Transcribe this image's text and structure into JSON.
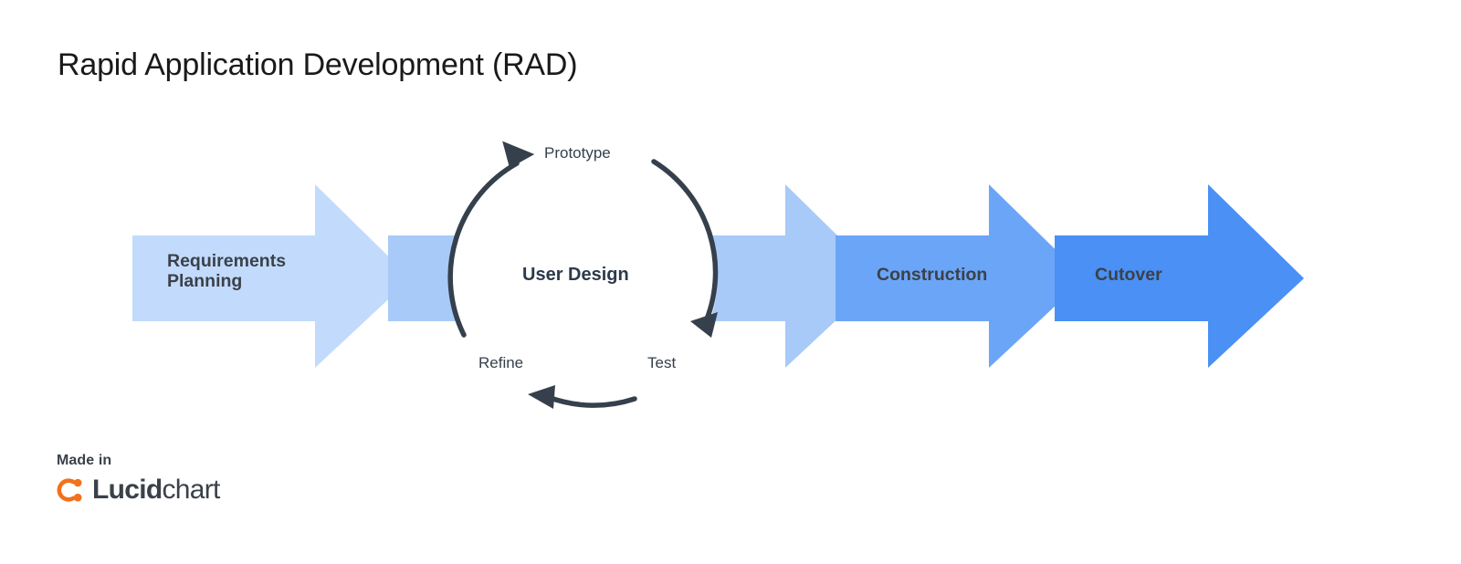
{
  "title": "Rapid Application Development (RAD)",
  "theme": {
    "background": "#ffffff",
    "title_color": "#1a1a1a",
    "stage_text_color": "#3b4149",
    "cycle_text_color": "#36404d",
    "cycle_center_text_color": "#2c3a4b",
    "arc_stroke_color": "#36404d",
    "lucid_orange": "#f2711c",
    "lucid_dark": "#3b4149"
  },
  "diagram": {
    "type": "process-flow-with-cycle",
    "arrows": [
      {
        "id": "requirements-planning",
        "label": "Requirements\nPlanning",
        "fill": "#c2dbfc",
        "order": 1
      },
      {
        "id": "user-design",
        "label": "",
        "fill": "#a8caf9",
        "order": 2
      },
      {
        "id": "construction",
        "label": "Construction",
        "fill": "#6ba5f7",
        "order": 3
      },
      {
        "id": "cutover",
        "label": "Cutover",
        "fill": "#4a90f5",
        "order": 4
      }
    ],
    "cycle": {
      "center_label": "User Design",
      "nodes": [
        "Prototype",
        "Test",
        "Refine"
      ],
      "transitions": [
        {
          "from": "Refine",
          "to": "Prototype"
        },
        {
          "from": "Prototype",
          "to": "Test"
        },
        {
          "from": "Test",
          "to": "Refine"
        }
      ]
    }
  },
  "attribution": {
    "made_in": "Made in",
    "brand_bold": "Lucid",
    "brand_light": "chart"
  }
}
